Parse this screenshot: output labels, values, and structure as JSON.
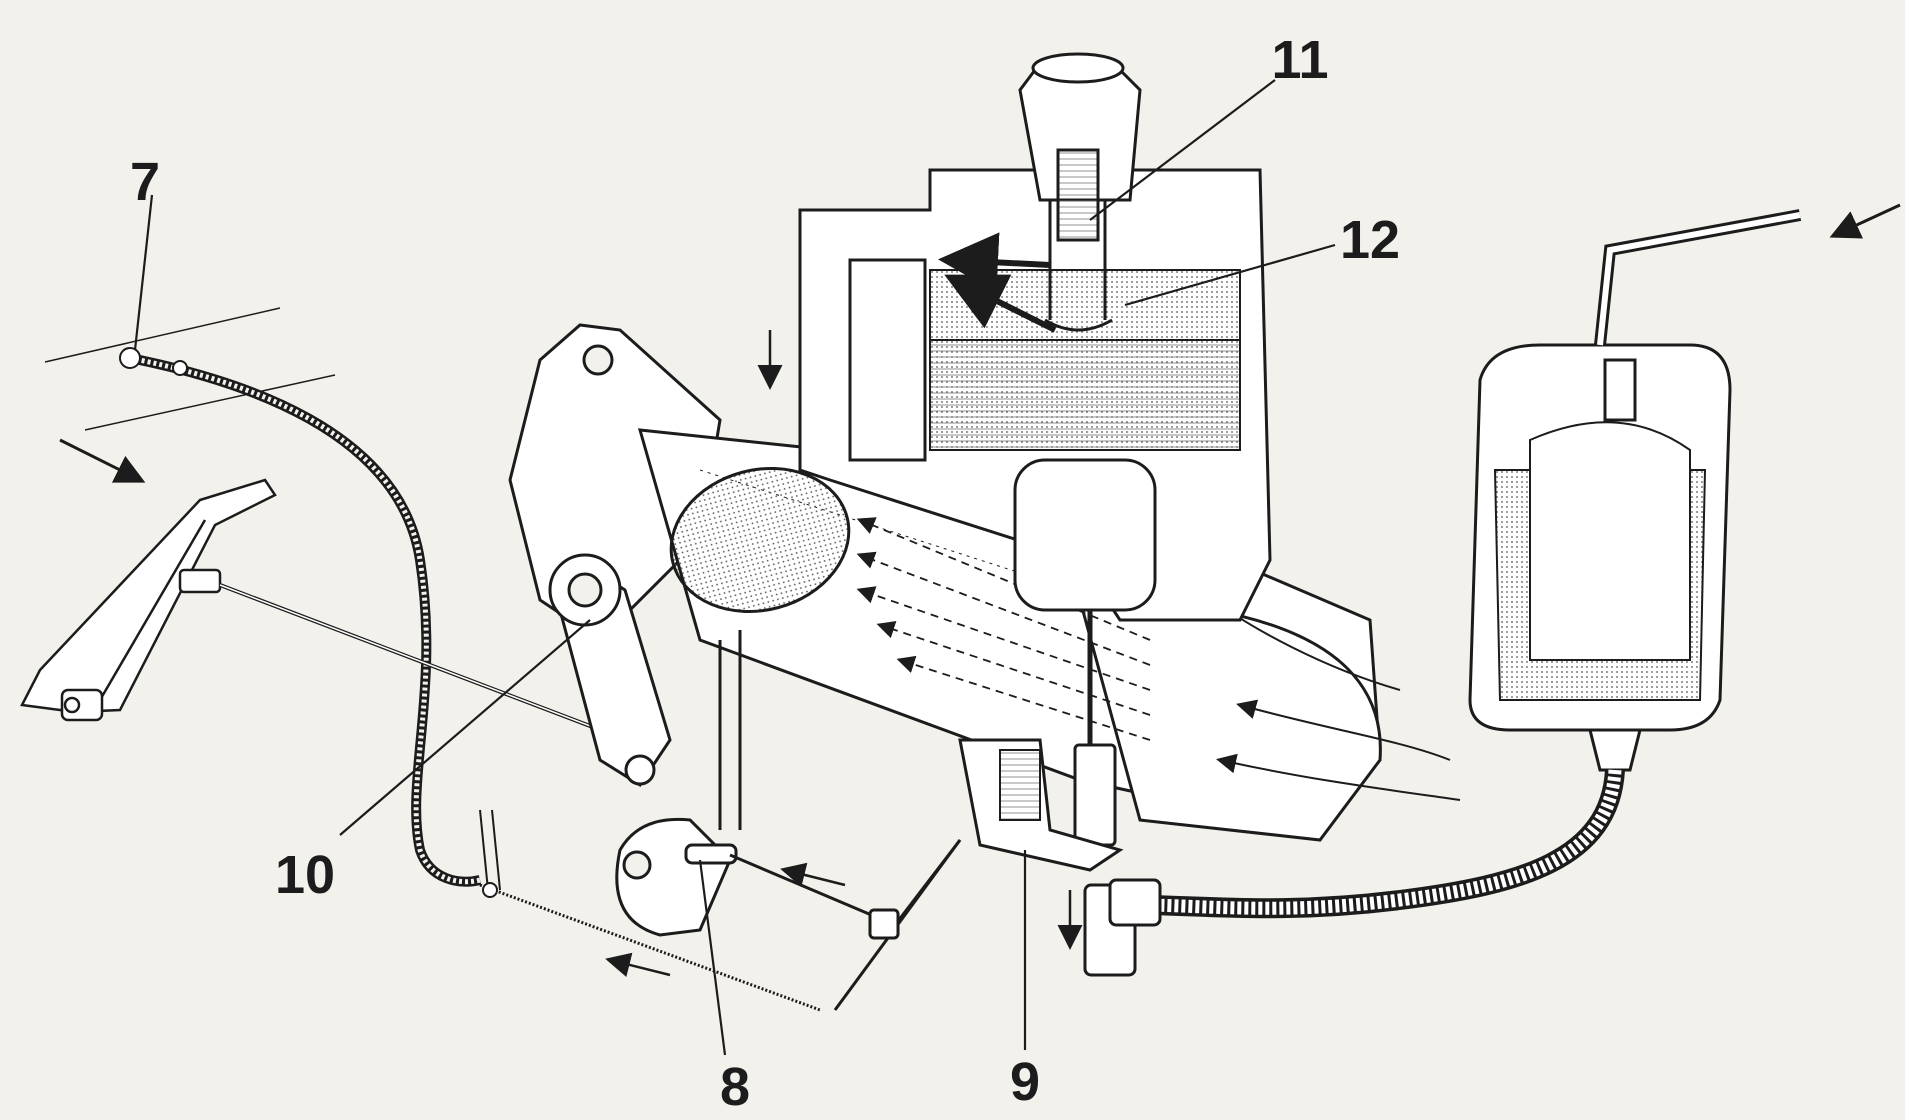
{
  "diagram": {
    "callouts": [
      {
        "id": "7",
        "text": "7"
      },
      {
        "id": "8",
        "text": "8"
      },
      {
        "id": "9",
        "text": "9"
      },
      {
        "id": "10",
        "text": "10"
      },
      {
        "id": "11",
        "text": "11"
      },
      {
        "id": "12",
        "text": "12"
      }
    ],
    "colors": {
      "ink": "#1c1c1c",
      "paper": "#f3f1ec",
      "fill_light": "#ffffff",
      "shade": "#d8d4cc",
      "fuel": "#bdb8ae"
    }
  }
}
